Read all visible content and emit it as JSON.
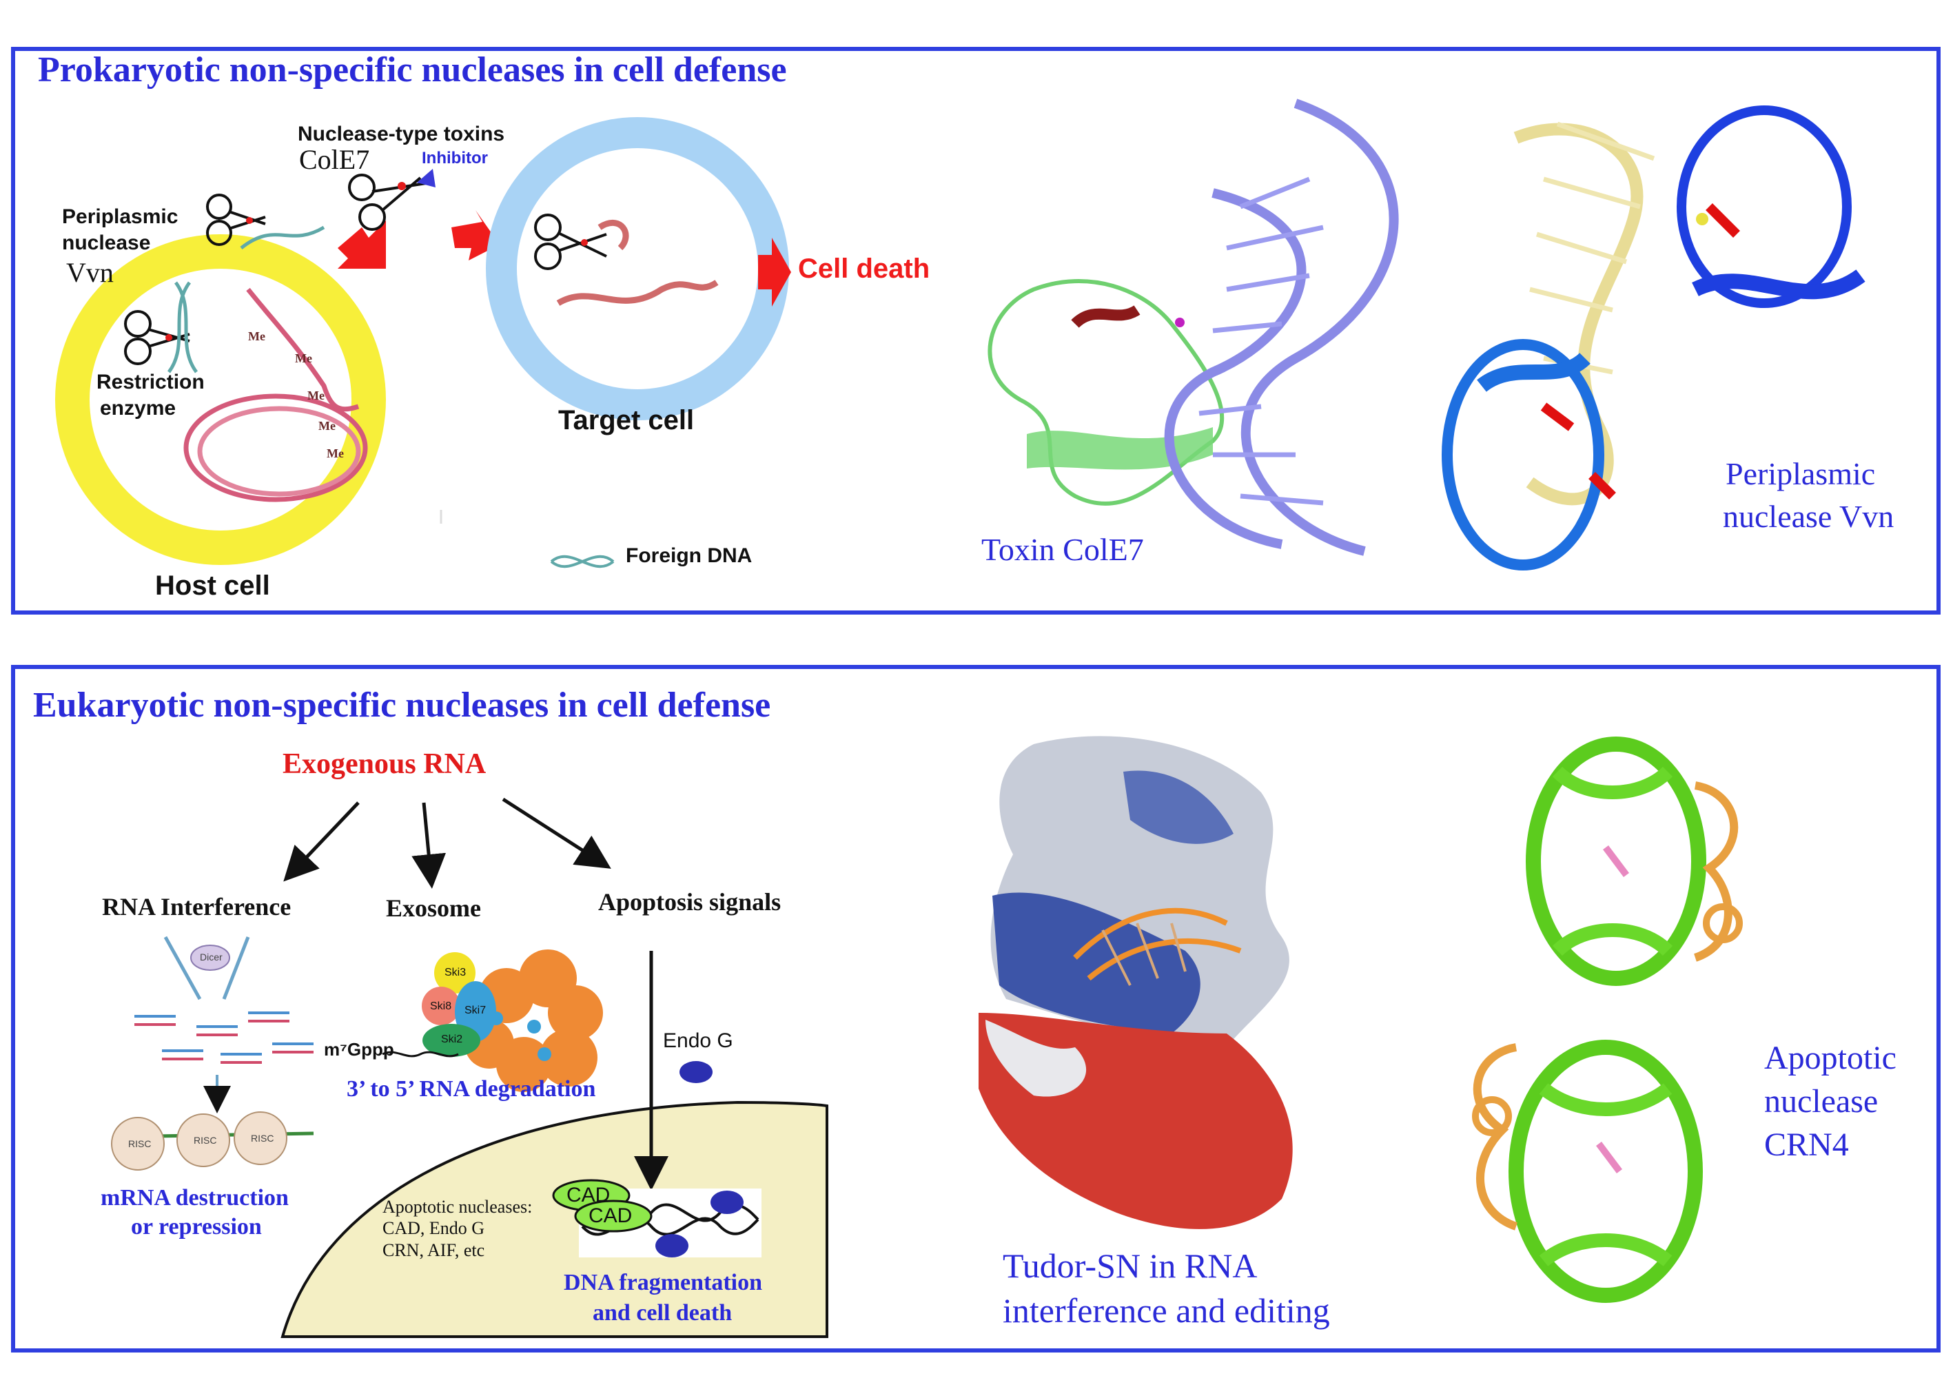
{
  "top_panel": {
    "title": "Prokaryotic non-specific nucleases in cell defense",
    "labels": {
      "nuclease_toxins": "Nuclease-type toxins",
      "cole7": "ColE7",
      "inhibitor": "Inhibitor",
      "periplasmic_nuclease_line1": "Periplasmic",
      "periplasmic_nuclease_line2": "nuclease",
      "vvn": "Vvn",
      "restriction_line1": "Restriction",
      "restriction_line2": "enzyme",
      "me": "Me",
      "host_cell": "Host cell",
      "target_cell": "Target cell",
      "cell_death": "Cell death",
      "foreign_dna": "Foreign DNA",
      "toxin_cole7": "Toxin ColE7",
      "periplasmic_vvn_line1": "Periplasmic",
      "periplasmic_vvn_line2": "nuclease Vvn"
    },
    "colors": {
      "host_ring": "#f7ef3a",
      "target_ring": "#a9d3f5",
      "arrow": "#f01c1c",
      "title": "#2a2ad8"
    }
  },
  "bottom_panel": {
    "title": "Eukaryotic non-specific nucleases in cell defense",
    "labels": {
      "exogenous_rna": "Exogenous RNA",
      "rna_interference": "RNA Interference",
      "exosome": "Exosome",
      "apoptosis_signals": "Apoptosis signals",
      "dicer": "Dicer",
      "risc": "RISC",
      "mrna_line1": "mRNA destruction",
      "mrna_line2": "or repression",
      "ski3": "Ski3",
      "ski8": "Ski8",
      "ski7": "Ski7",
      "ski2": "Ski2",
      "m7gppp": "m⁷Gppp",
      "rna_degradation": "3’ to 5’ RNA degradation",
      "endo_g": "Endo G",
      "cad": "CAD",
      "apoptotic_nucleases_line1": "Apoptotic nucleases:",
      "apoptotic_nucleases_line2": "CAD, Endo G",
      "apoptotic_nucleases_line3": "CRN, AIF, etc",
      "dna_frag_line1": "DNA fragmentation",
      "dna_frag_line2": "and cell death",
      "tudor_line1": "Tudor-SN in RNA",
      "tudor_line2": "interference and editing",
      "crn4_line1": "Apoptotic",
      "crn4_line2": "nuclease",
      "crn4_line3": "CRN4"
    },
    "colors": {
      "exogenous": "#e21b1b",
      "nucleus": "#f4efc4",
      "cad": "#8ee84a",
      "endo_g": "#2b2fb0"
    }
  }
}
